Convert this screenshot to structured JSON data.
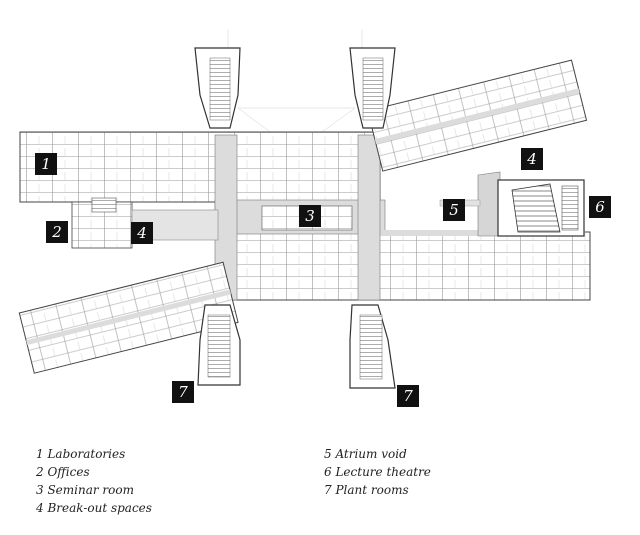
{
  "tags": [
    "1",
    "2",
    "3",
    "4",
    "4",
    "5",
    "6",
    "7",
    "7"
  ],
  "legend": [
    "1 Laboratories",
    "2 Offices",
    "3 Seminar room",
    "4 Break-out spaces",
    "5 Atrium void",
    "6 Lecture theatre",
    "7 Plant rooms"
  ]
}
